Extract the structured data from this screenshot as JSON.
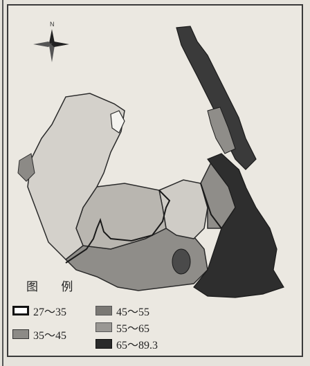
{
  "compass": {
    "north_label": "N"
  },
  "legend": {
    "title": "图 例",
    "items": [
      {
        "label": "27～35",
        "color": "#ffffff"
      },
      {
        "label": "35～45",
        "color": "#8c8a86"
      },
      {
        "label": "45～55",
        "color": "#7a7874"
      },
      {
        "label": "55～65",
        "color": "#9a9894"
      },
      {
        "label": "65～89.3",
        "color": "#2a2a2a"
      }
    ]
  },
  "region_colors": {
    "light": "#cfccc6",
    "medium_light": "#b9b6b0",
    "medium": "#8f8d89",
    "medium_dark": "#6f6d69",
    "dark": "#3a3a3a",
    "border": "#1a1a1a"
  }
}
